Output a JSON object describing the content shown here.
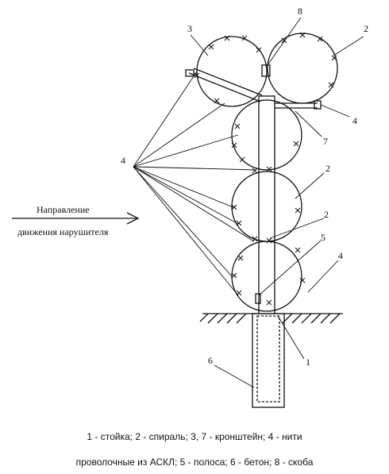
{
  "diagram": {
    "labels": {
      "post": "1",
      "spiral": "2",
      "bracket_left": "3",
      "threads": "4",
      "strip": "5",
      "concrete": "6",
      "bracket_right": "7",
      "clamp": "8"
    },
    "direction_line1": "Направление",
    "direction_line2": "движения нарушителя"
  },
  "caption": {
    "line1": "1 - стойка; 2 - спираль; 3, 7 - кронштейн; 4 - нити",
    "line2": "проволочные из АСКЛ; 5 - полоса; 6 - бетон; 8 - скоба"
  }
}
